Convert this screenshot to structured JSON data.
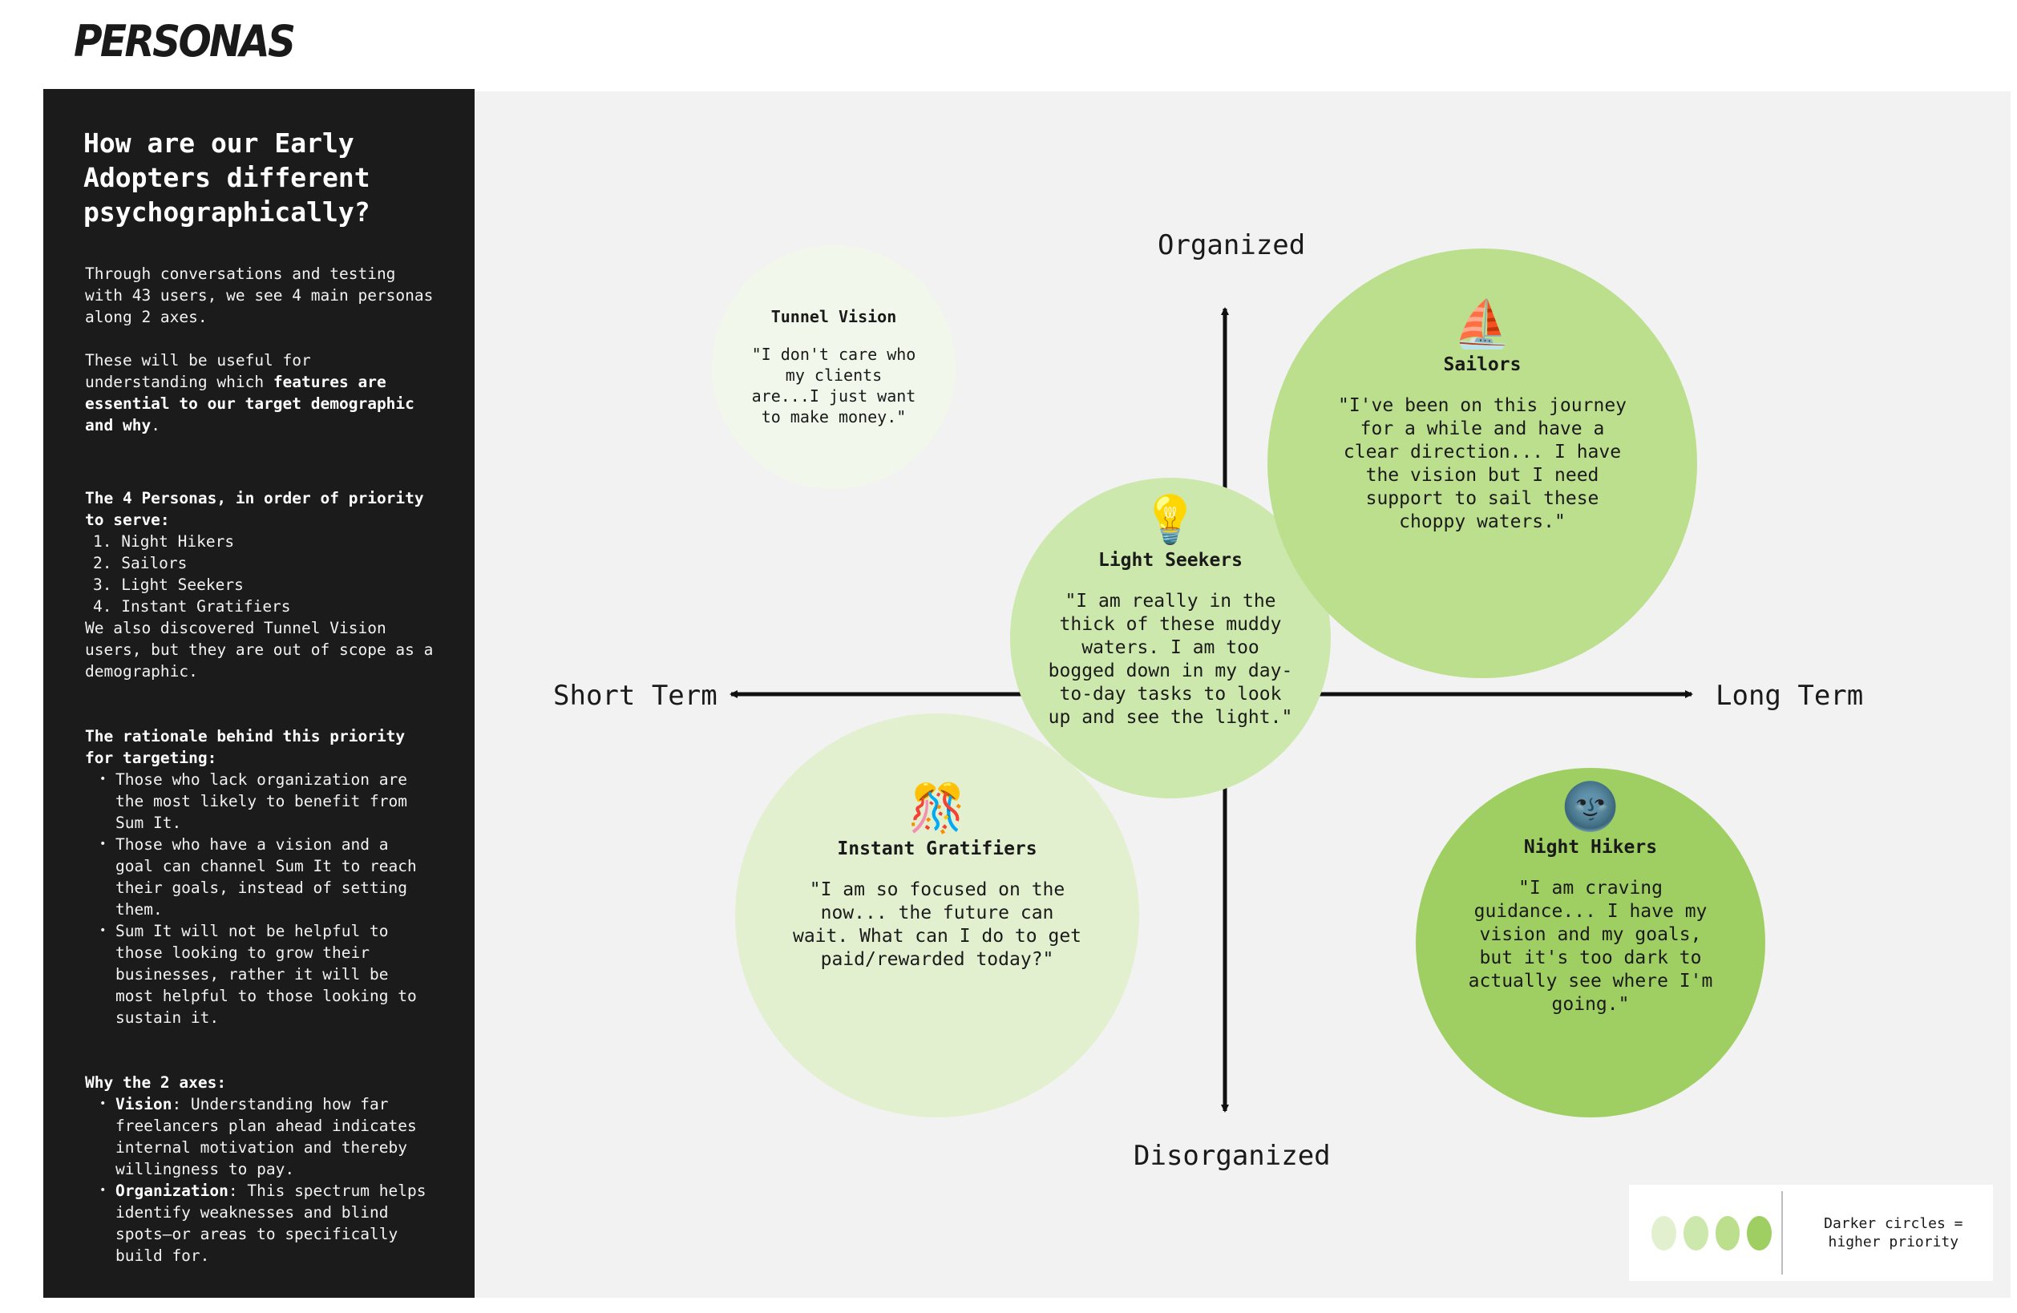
{
  "page": {
    "title": "PERSONAS"
  },
  "sidebar": {
    "heading": "How are our Early Adopters different psychographically?",
    "intro": "Through conversations and testing with 43 users, we see 4 main personas along 2 axes.",
    "useful_prefix": "These will be useful for understanding which ",
    "useful_bold": "features are essential to our target demographic and why",
    "useful_suffix": ".",
    "personas_heading": "The 4 Personas, in order of priority to serve:",
    "personas_list": [
      "1. Night Hikers",
      "2. Sailors",
      "3. Light Seekers",
      "4. Instant Gratifiers"
    ],
    "tunnel_note": "We also discovered Tunnel Vision users, but they are out of scope as a demographic.",
    "rationale_heading": "The rationale behind this priority for targeting:",
    "rationale_list": [
      "Those who lack organization are the most likely to benefit from Sum It.",
      "Those who have a vision and a goal can channel Sum It to reach their goals, instead of setting them.",
      "Sum It will not be helpful to those looking to grow their businesses, rather it will be most helpful to those looking to sustain it."
    ],
    "axes_heading": "Why the 2 axes:",
    "axes_list": [
      {
        "term": "Vision",
        "text": ": Understanding how far freelancers plan ahead indicates internal motivation and thereby willingness to pay."
      },
      {
        "term": "Organization",
        "text": ": This spectrum helps identify weaknesses and blind spots—or areas to specifically build for."
      }
    ]
  },
  "axes": {
    "top": "Organized",
    "bottom": "Disorganized",
    "left": "Short Term",
    "right": "Long Term"
  },
  "personas": {
    "tunnel_vision": {
      "name": "Tunnel Vision",
      "quote": "\"I don't care who my clients are...I just want to make money.\"",
      "color": "#f1f7ea"
    },
    "sailors": {
      "name": "Sailors",
      "icon": "sailboat-icon",
      "glyph": "⛵",
      "quote": "\"I've been on this journey for a while and have a clear direction... I have the vision but I need support to sail these choppy waters.\"",
      "color": "#bcdf8e"
    },
    "light_seekers": {
      "name": "Light Seekers",
      "icon": "light-bulb-icon",
      "glyph": "💡",
      "quote": "\"I am really in the thick of these muddy waters. I am too bogged down in my day-to-day tasks to look up and see the light.\"",
      "color": "#cde8ac"
    },
    "instant_gratifiers": {
      "name": "Instant Gratifiers",
      "icon": "party-popper-icon",
      "glyph": "🎊",
      "quote": "\"I am so focused on the now... the future can wait. What can I do to get paid/rewarded today?\"",
      "color": "#e2f0cf"
    },
    "night_hikers": {
      "name": "Night Hikers",
      "icon": "new-moon-face-icon",
      "glyph": "🌚",
      "quote": "\"I am craving guidance... I have my vision and my goals, but it's too dark to actually see where I'm going.\"",
      "color": "#9fcf63"
    }
  },
  "legend": {
    "text": "Darker circles = higher priority",
    "colors": [
      "#e2f0cf",
      "#cde8ac",
      "#bcdf8e",
      "#9fcf63"
    ]
  }
}
